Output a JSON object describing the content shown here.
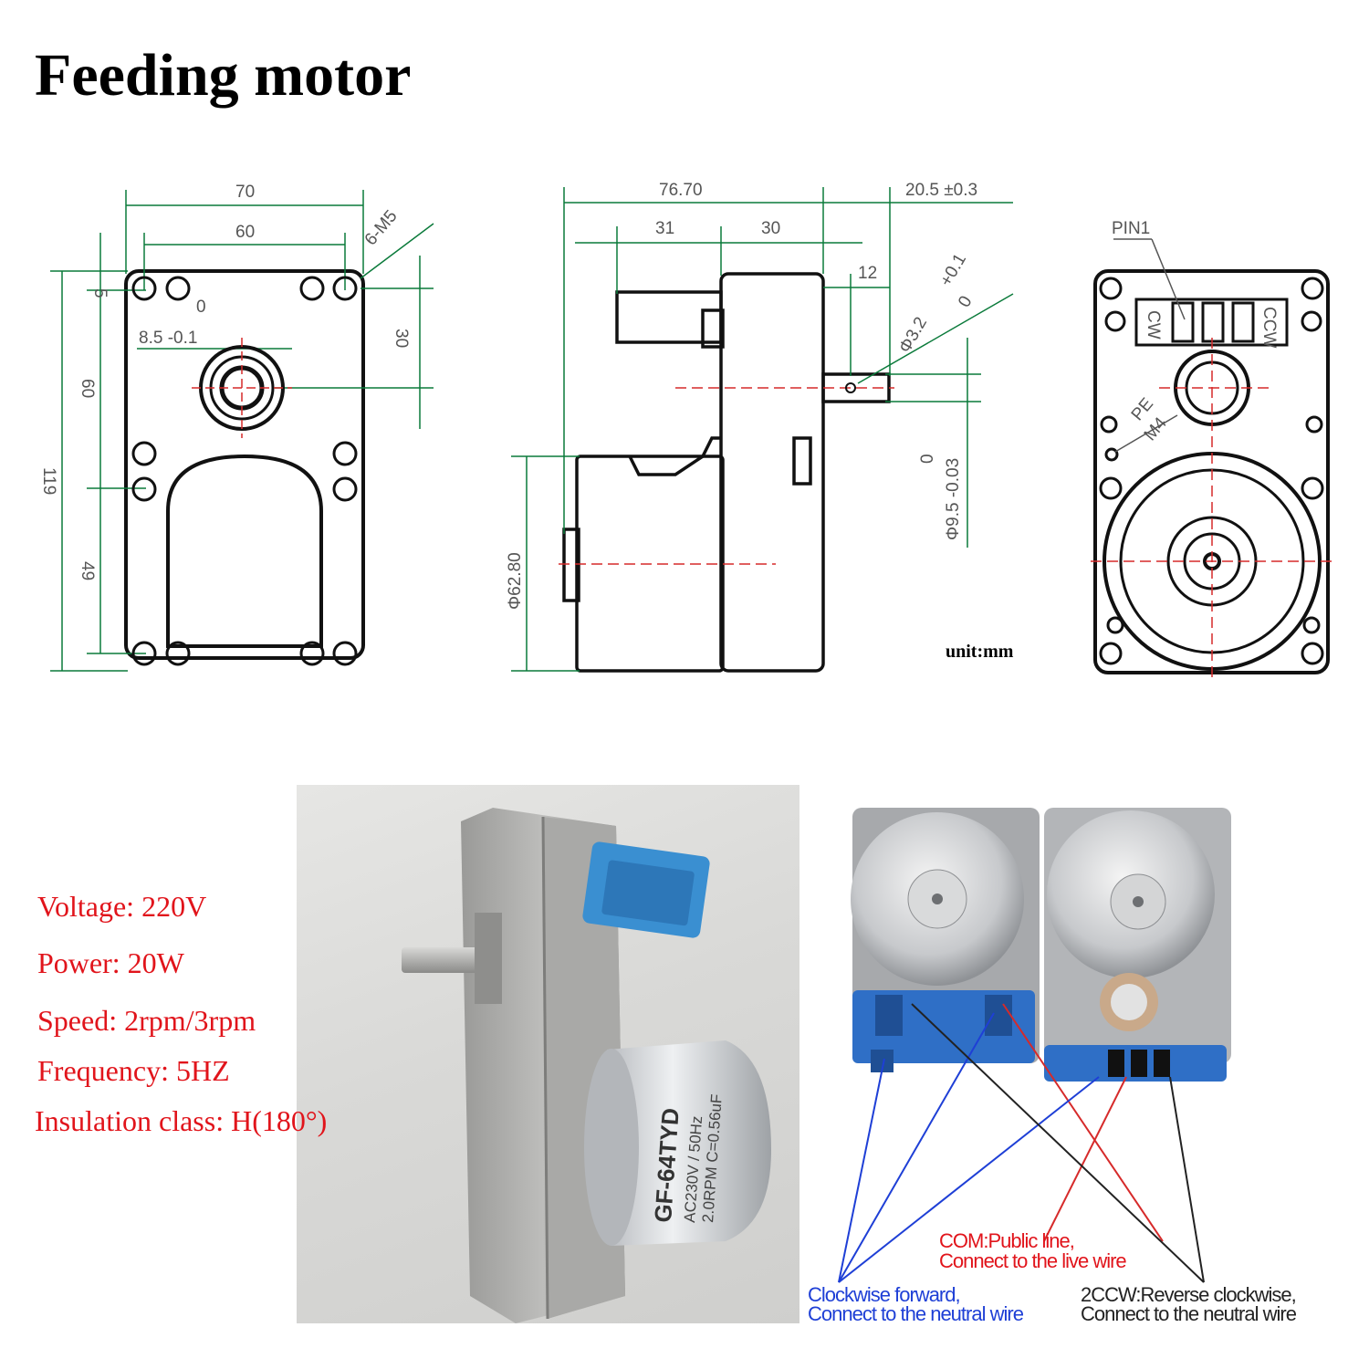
{
  "title": "Feeding motor",
  "drawing": {
    "front": {
      "width_total": "70",
      "width_holes": "60",
      "threads": "6-M5",
      "top_offset": "5",
      "shaft_zero": "0",
      "shaft_tol": "8.5 -0.1",
      "height_total": "119",
      "upper_60": "60",
      "lower_49": "49",
      "right_30": "30"
    },
    "side": {
      "length": "76.70",
      "seg_31": "31",
      "seg_30": "30",
      "shaft_len": "20.5 ±0.3",
      "shaft_12": "12",
      "shaft_tol_plus": "+0.1",
      "shaft_tol_zero": "0",
      "key_dia": "Φ3.2",
      "shaft_dia": "Φ9.5 -0.03",
      "shaft_dia_zero": "0",
      "motor_dia": "Φ62.80"
    },
    "rear": {
      "pin": "PIN1",
      "cw": "CW",
      "ccw": "CCW",
      "pe": "PE",
      "m4": "M4"
    },
    "unit": "unit:mm"
  },
  "specs": [
    "Voltage: 220V",
    "Power: 20W",
    "Speed: 2rpm/3rpm",
    "Frequency: 5HZ",
    "Insulation class: H(180°)"
  ],
  "label": {
    "model": "GF-64TYD",
    "line1": "AC230V / 50Hz",
    "line2": "2.0RPM  C=0.56uF"
  },
  "wiring": {
    "com_1": "COM:Public line,",
    "com_2": "Connect to the live wire",
    "cw_1": "Clockwise forward,",
    "cw_2": "Connect to the neutral wire",
    "ccw_1": "2CCW:Reverse clockwise,",
    "ccw_2": "Connect to the neutral wire"
  },
  "colors": {
    "dim_line": "#0a7a3a",
    "center_line": "#d62a2a",
    "spec_text": "#e1141b",
    "com_text": "#e1141b",
    "cw_text": "#1e3fd6",
    "ccw_text": "#222222",
    "connector": "#2f6fc6"
  }
}
